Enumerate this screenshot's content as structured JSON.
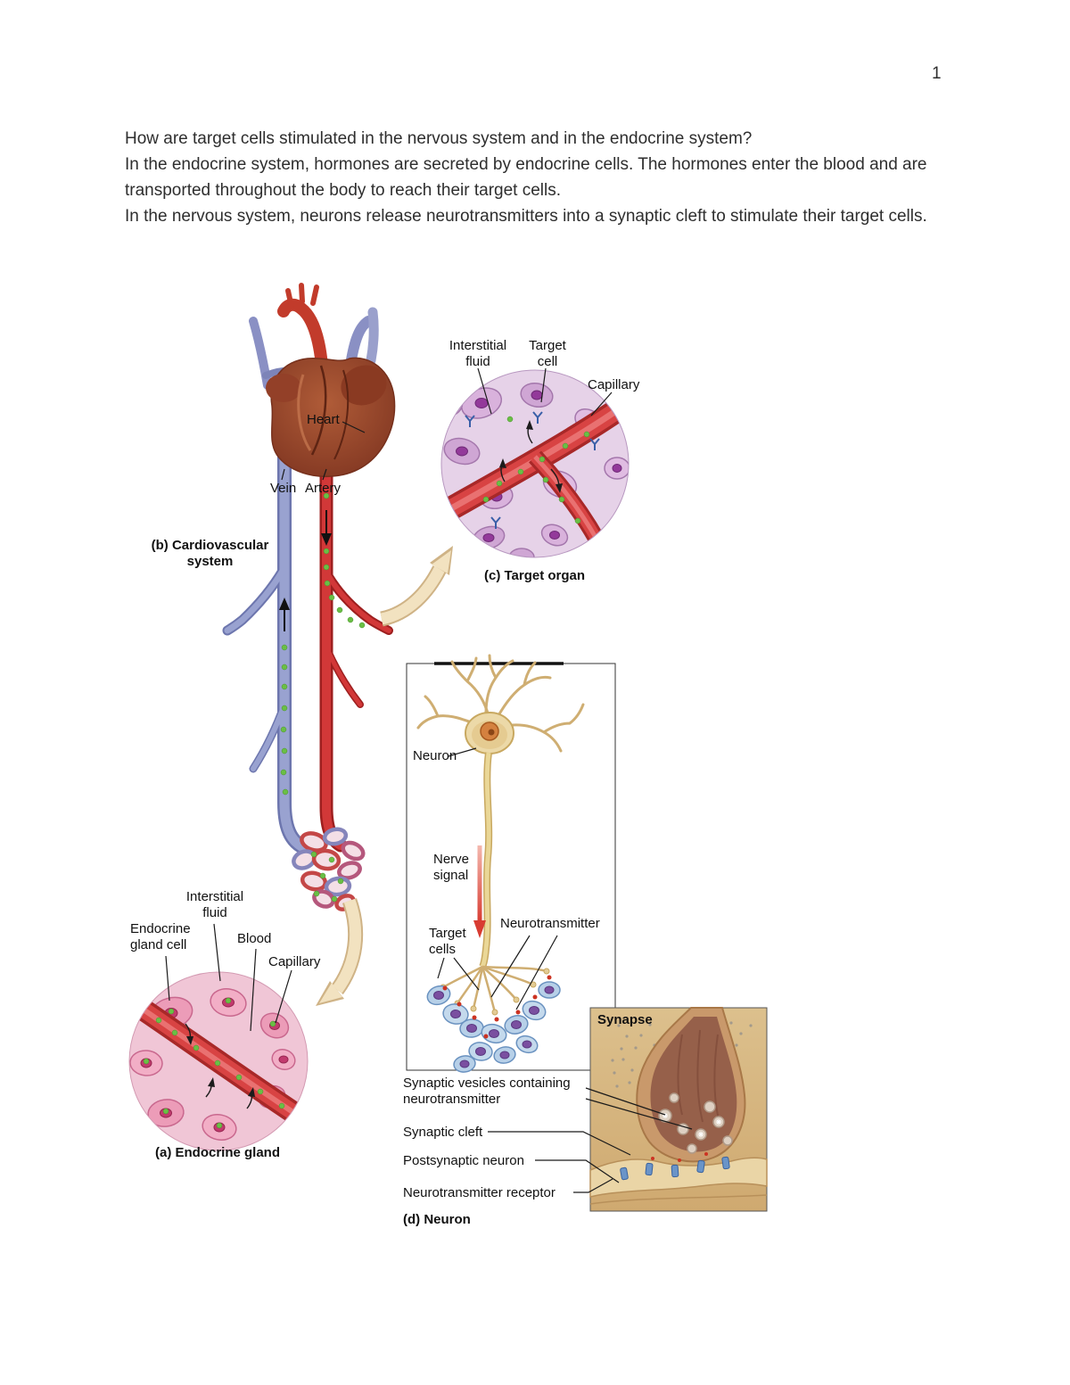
{
  "page": {
    "number": "1",
    "question": "How are target cells stimulated in the nervous system and in the endocrine system?",
    "answer_endocrine": "In the endocrine system, hormones are secreted by endocrine cells. The hormones enter the blood and are transported throughout the body to reach their target cells.",
    "answer_nervous": "In the nervous system, neurons release neurotransmitters into a synaptic cleft to stimulate their target cells."
  },
  "figure": {
    "labels": {
      "interstitial_fluid_top": "Interstitial fluid",
      "target_cell": "Target cell",
      "capillary_top": "Capillary",
      "heart": "Heart",
      "vein": "Vein",
      "artery": "Artery",
      "caption_b": "(b) Cardiovascular system",
      "caption_c": "(c) Target organ",
      "neuron": "Neuron",
      "nerve_signal": "Nerve signal",
      "target_cells": "Target cells",
      "neurotransmitter": "Neurotransmitter",
      "interstitial_fluid_bottom": "Interstitial fluid",
      "endocrine_gland_cell": "Endocrine gland cell",
      "blood": "Blood",
      "capillary_bottom": "Capillary",
      "caption_a": "(a) Endocrine gland",
      "synapse": "Synapse",
      "synaptic_vesicles": "Synaptic vesicles containing neurotransmitter",
      "synaptic_cleft": "Synaptic cleft",
      "postsynaptic_neuron": "Postsynaptic neuron",
      "neurotransmitter_receptor": "Neurotransmitter receptor",
      "caption_d": "(d) Neuron"
    },
    "colors": {
      "artery_red": "#d23838",
      "vein_blue": "#99a2d0",
      "capillary_red": "#d84343",
      "hormone_green": "#6abf45",
      "flow_arrow_cream": "#f2e2c0",
      "synapse_tan": "#d6b47e"
    }
  }
}
